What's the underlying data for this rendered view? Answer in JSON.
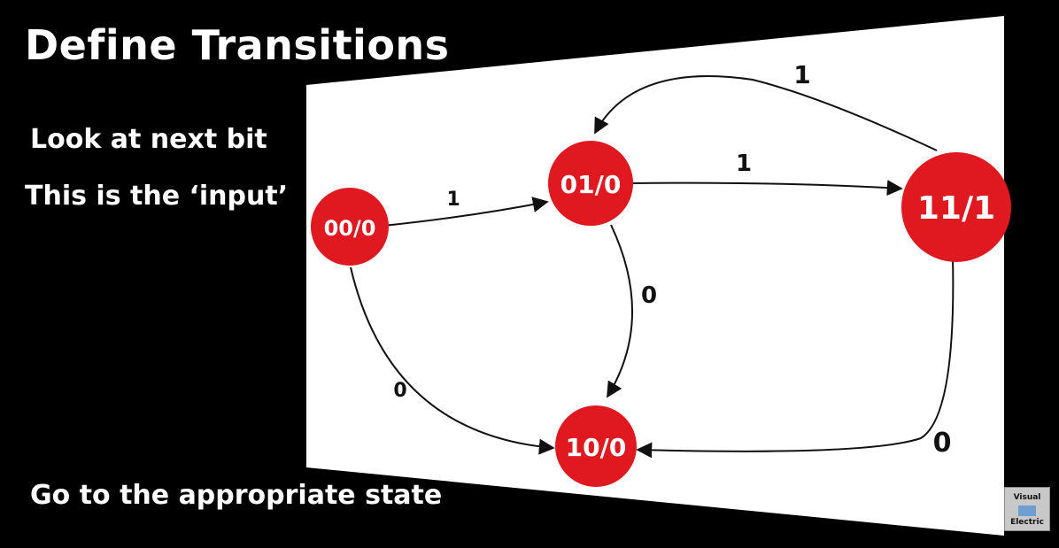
{
  "slide": {
    "title": "Define Transitions",
    "bullets": [
      "Look at next bit",
      "This is the ‘input’",
      "Go to the appropriate state"
    ]
  },
  "diagram": {
    "states": [
      {
        "id": "s00",
        "label": "00/0"
      },
      {
        "id": "s01",
        "label": "01/0"
      },
      {
        "id": "s11",
        "label": "11/1"
      },
      {
        "id": "s10",
        "label": "10/0"
      }
    ],
    "transitions": [
      {
        "from": "s00",
        "to": "s01",
        "label": "1"
      },
      {
        "from": "s00",
        "to": "s10",
        "label": "0"
      },
      {
        "from": "s01",
        "to": "s11",
        "label": "1"
      },
      {
        "from": "s01",
        "to": "s10",
        "label": "0"
      },
      {
        "from": "s11",
        "to": "s01",
        "label": "1"
      },
      {
        "from": "s11",
        "to": "s10",
        "label": "0"
      }
    ],
    "state_color": "#e01820"
  },
  "logo": {
    "line1": "Visual",
    "line2": "Electric"
  }
}
